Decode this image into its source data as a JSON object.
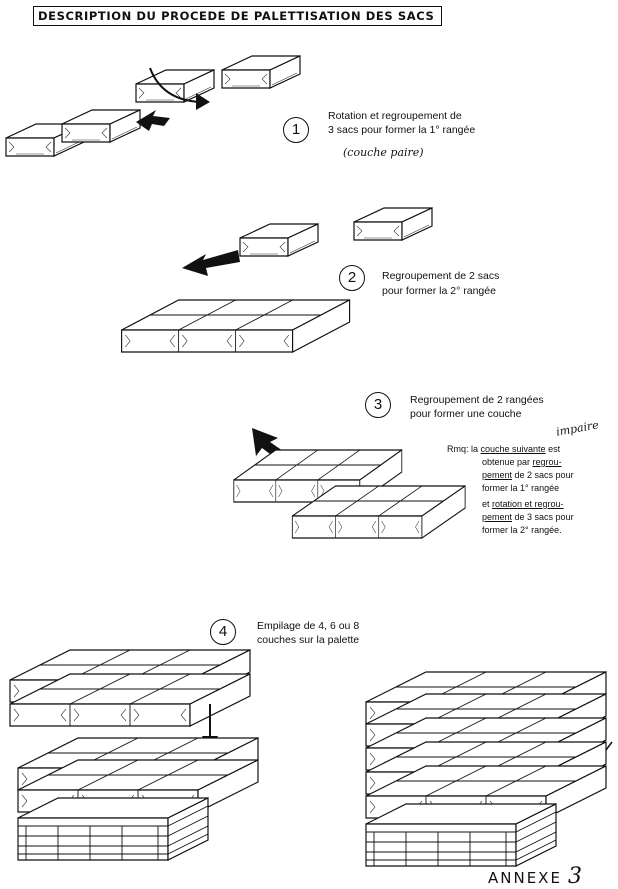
{
  "title": "DESCRIPTION DU PROCEDE DE PALETTISATION DES SACS",
  "steps": [
    {
      "number": "1",
      "lines": [
        "Rotation et regroupement de",
        "3 sacs pour former la 1° rangée"
      ],
      "handwritten": "(couche paire)"
    },
    {
      "number": "2",
      "lines": [
        "Regroupement de 2 sacs",
        "pour former la 2° rangée"
      ]
    },
    {
      "number": "3",
      "lines": [
        "Regroupement de 2 rangées",
        "pour former une couche"
      ],
      "handwritten": "impaire"
    },
    {
      "number": "4",
      "lines": [
        "Empilage de 4, 6 ou 8",
        "couches sur la palette"
      ]
    }
  ],
  "note": {
    "prefix": "Rmq: la ",
    "l1_u": "couche suivante",
    "l1_end": " est",
    "l2_a": "obtenue par ",
    "l2_u": "regrou-",
    "l3_u": "pement",
    "l3_end": " de 2 sacs pour",
    "l4": "former la   1° rangée",
    "l5_a": "et ",
    "l5_u": "rotation et regrou-",
    "l6_u": "pement",
    "l6_end": " de 3 sacs pour",
    "l7": "former la 2° rangée."
  },
  "annexe": {
    "label": "ANNEXE",
    "number": "3"
  }
}
